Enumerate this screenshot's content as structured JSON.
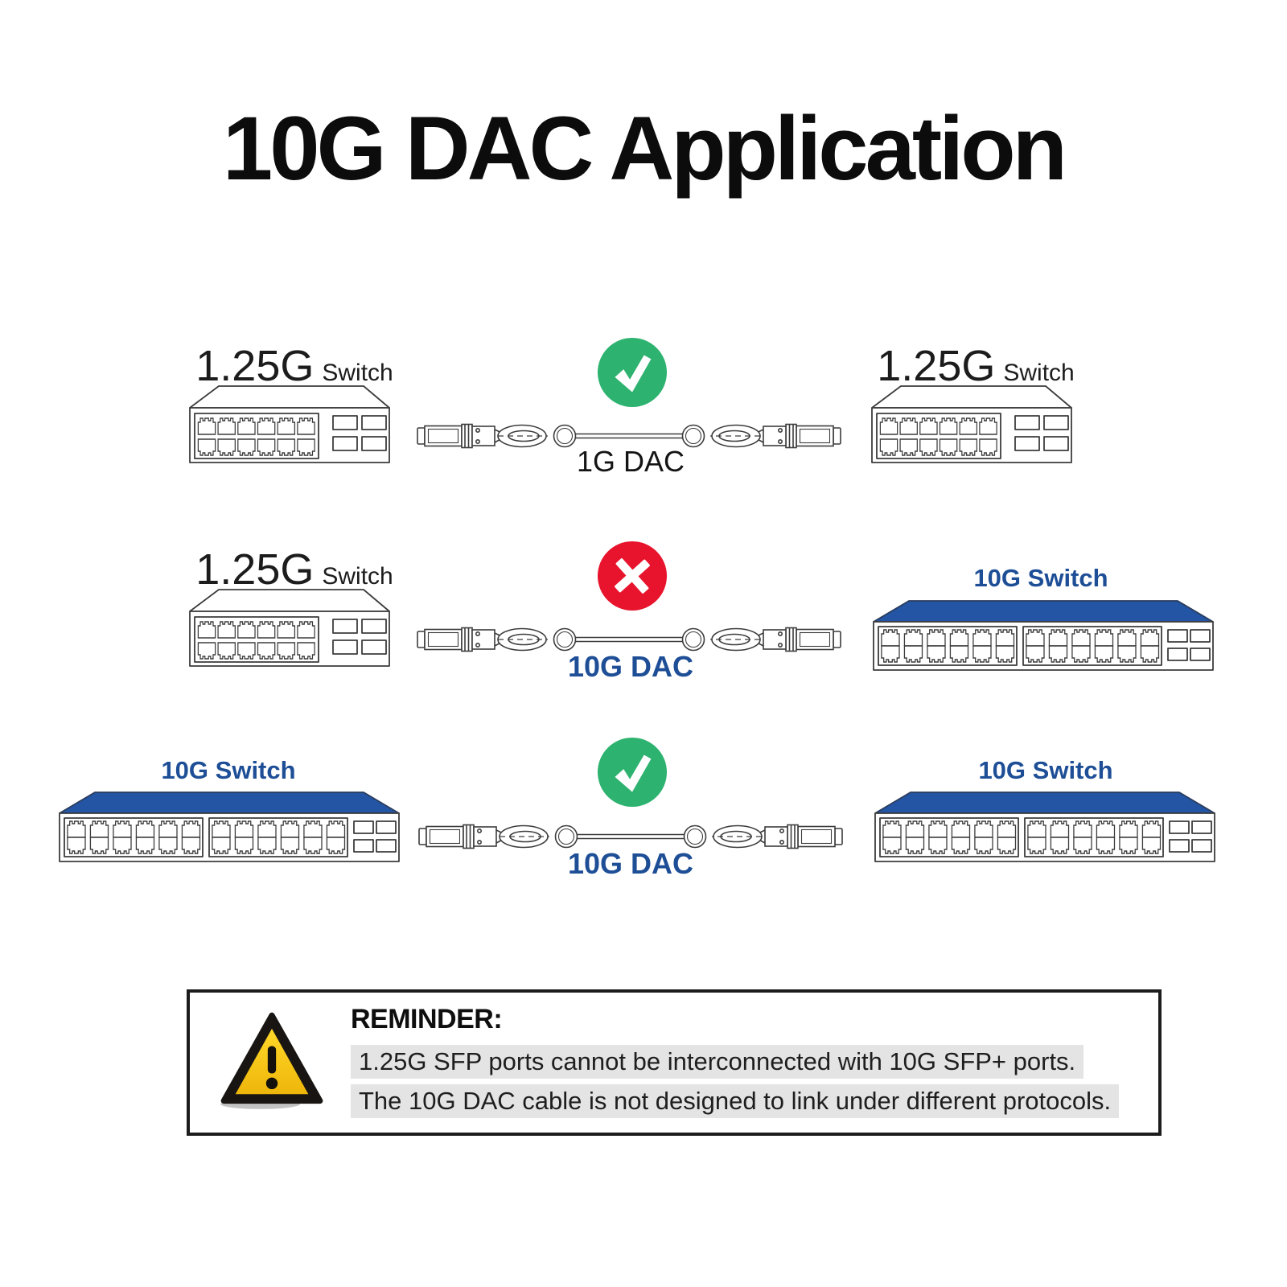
{
  "title": "10G DAC Application",
  "rows": [
    {
      "left_big": "1.25G",
      "left_small": "Switch",
      "right_big": "1.25G",
      "right_small": "Switch",
      "status_icon": "#check-icon",
      "cable_label": "1G DAC"
    },
    {
      "left_big": "1.25G",
      "left_small": "Switch",
      "right_label": "10G Switch",
      "status_icon": "#cross-icon",
      "cable_label": "10G DAC"
    },
    {
      "left_label": "10G Switch",
      "right_label": "10G Switch",
      "status_icon": "#check-icon",
      "cable_label": "10G DAC"
    }
  ],
  "reminder": {
    "heading": "REMINDER:",
    "line1": "1.25G SFP ports cannot be interconnected with 10G SFP+ ports.",
    "line2": "The 10G DAC cable is not designed to link under different protocols."
  },
  "icons": {
    "status_ok": "check-icon",
    "status_error": "cross-icon",
    "warning": "warning-triangle-icon",
    "cable": "dac-cable-graphic",
    "switch_1g": "switch-1g-graphic",
    "switch_10g": "switch-10g-graphic"
  },
  "colors": {
    "green": "#2db36f",
    "red": "#e8132c",
    "blue_text": "#1d4e96",
    "roof_blue": "#2355a4",
    "gray_highlight": "#e4e4e4",
    "warning_yellow": "#f7c70f",
    "ink": "#111111"
  }
}
